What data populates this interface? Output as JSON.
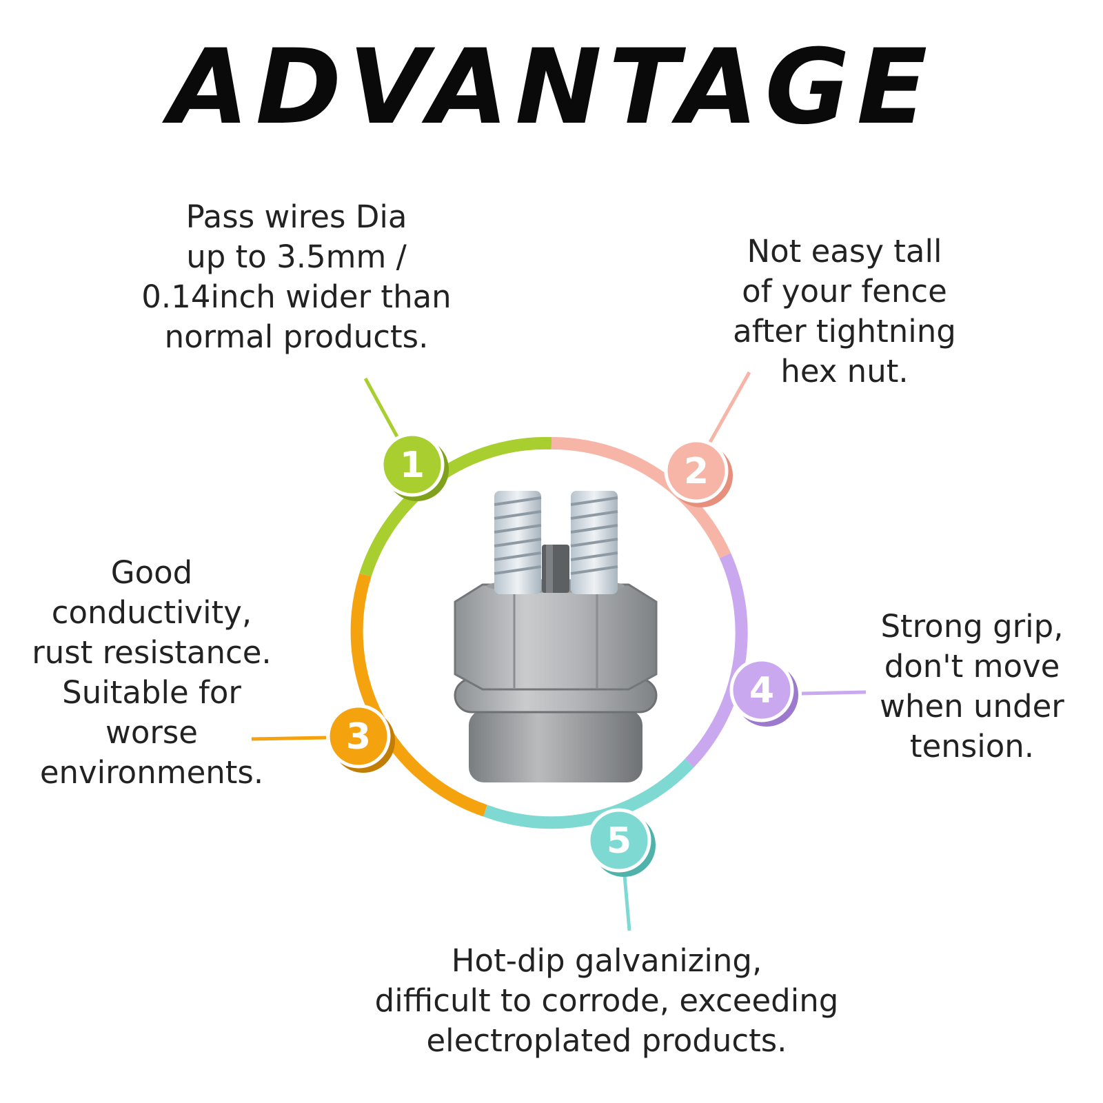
{
  "title": "ADVANTAGE",
  "features": [
    {
      "number": "1",
      "color": "#a8cf2f",
      "text": "Pass wires Dia\nup to 3.5mm /\n0.14inch wider than\nnormal products."
    },
    {
      "number": "2",
      "color": "#f6b5a6",
      "text": "Not easy tall\nof your fence\nafter tightning\nhex nut."
    },
    {
      "number": "3",
      "color": "#f5a20f",
      "text": "Good\nconductivity,\nrust resistance.\nSuitable for\nworse\nenvironments."
    },
    {
      "number": "4",
      "color": "#c9a8f0",
      "text": "Strong grip,\ndon't move\nwhen under\ntension."
    },
    {
      "number": "5",
      "color": "#7fd9d3",
      "text": "Hot-dip galvanizing,\ndifficult to corrode, exceeding\nelectroplated products."
    }
  ],
  "product_image": "galvanized-split-bolt-connector"
}
